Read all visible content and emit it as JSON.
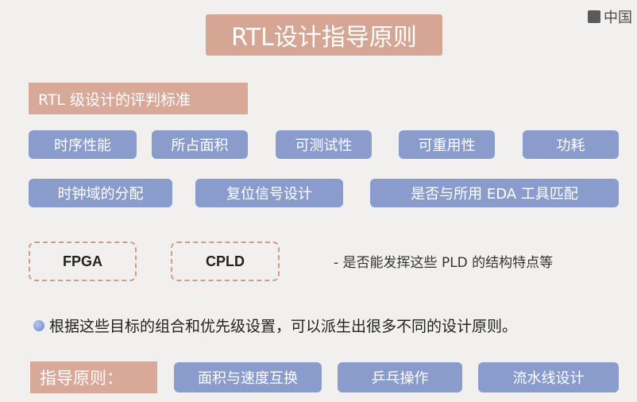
{
  "slide": {
    "title": "RTL设计指导原则",
    "logo_text": "中国",
    "section_head": "RTL 级设计的评判标准",
    "criteria_row1": [
      "时序性能",
      "所占面积",
      "可测试性",
      "可重用性",
      "功耗"
    ],
    "criteria_row2": [
      "时钟域的分配",
      "复位信号设计",
      "是否与所用 EDA 工具匹配"
    ],
    "devices": [
      "FPGA",
      "CPLD"
    ],
    "device_note": "- 是否能发挥这些 PLD 的结构特点等",
    "bullet": "根据这些目标的组合和优先级设置，可以派生出很多不同的设计原则。",
    "principles_head": "指导原则：",
    "principles": [
      "面积与速度互换",
      "乒乓操作",
      "流水线设计"
    ]
  },
  "colors": {
    "salmon": "#d8a898",
    "blue_chip": "#8a9ccc",
    "dashed_border": "#d09c88",
    "background": "#f1f0ee"
  }
}
